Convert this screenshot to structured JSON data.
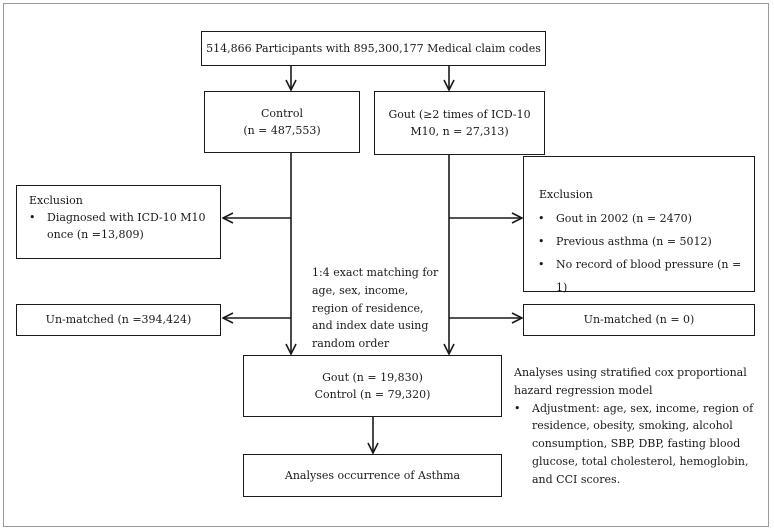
{
  "participants": "514,866 Participants with 895,300,177 Medical claim codes",
  "control": {
    "title": "Control",
    "count": "(n = 487,553)"
  },
  "gout": {
    "line1": "Gout (≥2 times of ICD-10",
    "line2": "M10, n = 27,313)"
  },
  "exclusion_left": {
    "title": "Exclusion",
    "items": [
      "Diagnosed with ICD-10 M10 once (n =13,809)"
    ]
  },
  "exclusion_right": {
    "title": "Exclusion",
    "items": [
      "Gout in 2002 (n = 2470)",
      "Previous asthma (n = 5012)",
      "No record of  blood pressure (n = 1)"
    ]
  },
  "matching_note": "1:4 exact matching for age, sex, income, region of residence, and index date using random order",
  "unmatched_left": "Un-matched (n =394,424)",
  "unmatched_right": "Un-matched (n = 0)",
  "matched": {
    "gout": "Gout (n = 19,830)",
    "control": "Control (n = 79,320)"
  },
  "analysis_note": {
    "intro": "Analyses using stratified cox proportional hazard regression model",
    "bullet": "Adjustment: age, sex, income, region of residence, obesity, smoking, alcohol consumption, SBP, DBP, fasting blood glucose, total cholesterol, hemoglobin, and CCI scores."
  },
  "outcome": "Analyses occurrence of Asthma"
}
